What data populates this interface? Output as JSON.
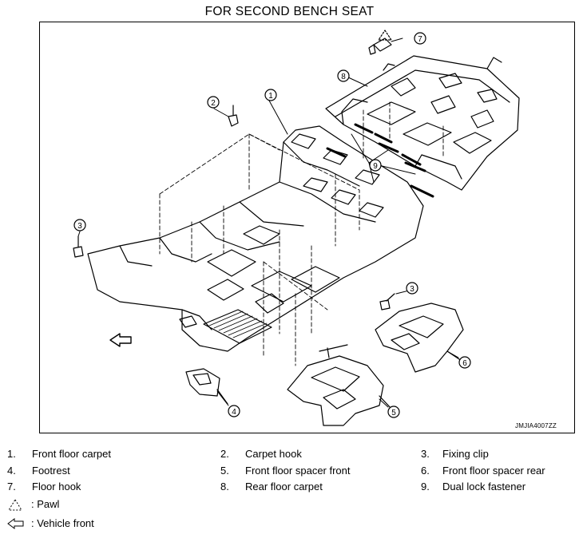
{
  "diagram": {
    "title": "FOR SECOND BENCH SEAT",
    "image_code": "JMJIA4007ZZ",
    "callouts": [
      "1",
      "2",
      "3",
      "3",
      "4",
      "5",
      "6",
      "7",
      "8",
      "9"
    ]
  },
  "legend": {
    "items": [
      {
        "num": "1.",
        "label": "Front floor carpet"
      },
      {
        "num": "2.",
        "label": "Carpet hook"
      },
      {
        "num": "3.",
        "label": "Fixing clip"
      },
      {
        "num": "4.",
        "label": "Footrest"
      },
      {
        "num": "5.",
        "label": "Front floor spacer front"
      },
      {
        "num": "6.",
        "label": "Front floor spacer rear"
      },
      {
        "num": "7.",
        "label": "Floor hook"
      },
      {
        "num": "8.",
        "label": "Rear floor carpet"
      },
      {
        "num": "9.",
        "label": "Dual lock fastener"
      }
    ],
    "symbols": [
      {
        "icon": "pawl-triangle-icon",
        "label": ": Pawl"
      },
      {
        "icon": "vehicle-front-arrow-icon",
        "label": ": Vehicle front"
      }
    ]
  }
}
